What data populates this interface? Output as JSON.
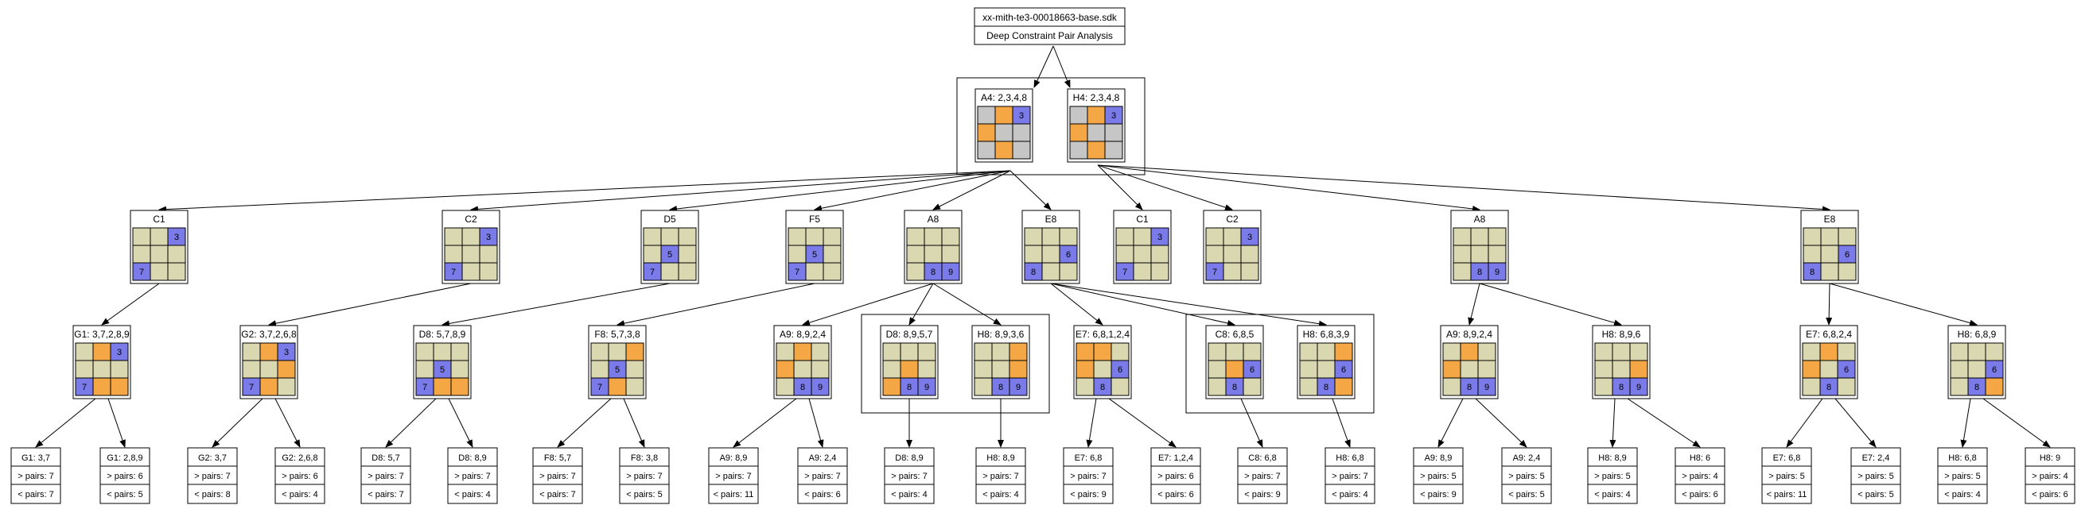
{
  "header": {
    "file": "xx-mith-te3-00018663-base.sdk",
    "subtitle": "Deep Constraint Pair Analysis"
  },
  "colors": {
    "empty": "#d9d8b0",
    "pair_orange": "#f5a745",
    "value_blue": "#7a7ae8",
    "unknown_gray": "#c6c6c6",
    "line": "#000000"
  },
  "grid_legend": "cells: e=empty o=orange b=blue g=gray, digit = number shown",
  "root_pair": [
    {
      "title": "A4: 2,3,4,8",
      "cells": [
        [
          "g",
          "o",
          "b3"
        ],
        [
          "o",
          "g",
          "g"
        ],
        [
          "g",
          "o",
          "g"
        ]
      ]
    },
    {
      "title": "H4: 2,3,4,8",
      "cells": [
        [
          "g",
          "o",
          "b3"
        ],
        [
          "o",
          "g",
          "g"
        ],
        [
          "g",
          "o",
          "g"
        ]
      ]
    }
  ],
  "level1": [
    {
      "title": "C1",
      "cells": [
        [
          "e",
          "e",
          "b3"
        ],
        [
          "e",
          "e",
          "e"
        ],
        [
          "b7",
          "e",
          "e"
        ]
      ]
    },
    {
      "title": "C2",
      "cells": [
        [
          "e",
          "e",
          "b3"
        ],
        [
          "e",
          "e",
          "e"
        ],
        [
          "b7",
          "e",
          "e"
        ]
      ]
    },
    {
      "title": "D5",
      "cells": [
        [
          "e",
          "e",
          "e"
        ],
        [
          "e",
          "b5",
          "e"
        ],
        [
          "b7",
          "e",
          "e"
        ]
      ]
    },
    {
      "title": "F5",
      "cells": [
        [
          "e",
          "e",
          "e"
        ],
        [
          "e",
          "b5",
          "e"
        ],
        [
          "b7",
          "e",
          "e"
        ]
      ]
    },
    {
      "title": "A8",
      "cells": [
        [
          "e",
          "e",
          "e"
        ],
        [
          "e",
          "e",
          "e"
        ],
        [
          "e",
          "b8",
          "b9"
        ]
      ]
    },
    {
      "title": "E8",
      "cells": [
        [
          "e",
          "e",
          "e"
        ],
        [
          "e",
          "e",
          "b6"
        ],
        [
          "b8",
          "e",
          "e"
        ]
      ]
    },
    {
      "title": "C1",
      "cells": [
        [
          "e",
          "e",
          "b3"
        ],
        [
          "e",
          "e",
          "e"
        ],
        [
          "b7",
          "e",
          "e"
        ]
      ]
    },
    {
      "title": "C2",
      "cells": [
        [
          "e",
          "e",
          "b3"
        ],
        [
          "e",
          "e",
          "e"
        ],
        [
          "b7",
          "e",
          "e"
        ]
      ]
    },
    {
      "title": "A8",
      "cells": [
        [
          "e",
          "e",
          "e"
        ],
        [
          "e",
          "e",
          "e"
        ],
        [
          "e",
          "b8",
          "b9"
        ]
      ]
    },
    {
      "title": "E8",
      "cells": [
        [
          "e",
          "e",
          "e"
        ],
        [
          "e",
          "e",
          "b6"
        ],
        [
          "b8",
          "e",
          "e"
        ]
      ]
    }
  ],
  "level2": [
    {
      "title": "G1: 3,7,2,8,9",
      "cells": [
        [
          "e",
          "o",
          "b3"
        ],
        [
          "e",
          "e",
          "e"
        ],
        [
          "b7",
          "o",
          "o"
        ]
      ]
    },
    {
      "title": "G2: 3,7,2,6,8",
      "cells": [
        [
          "e",
          "o",
          "b3"
        ],
        [
          "e",
          "e",
          "o"
        ],
        [
          "b7",
          "o",
          "e"
        ]
      ]
    },
    {
      "title": "D8: 5,7,8,9",
      "cells": [
        [
          "e",
          "e",
          "e"
        ],
        [
          "e",
          "b5",
          "e"
        ],
        [
          "b7",
          "o",
          "o"
        ]
      ]
    },
    {
      "title": "F8: 5,7,3,8",
      "cells": [
        [
          "e",
          "e",
          "o"
        ],
        [
          "e",
          "b5",
          "e"
        ],
        [
          "b7",
          "o",
          "e"
        ]
      ]
    },
    {
      "title": "A9: 8,9,2,4",
      "cells": [
        [
          "e",
          "o",
          "e"
        ],
        [
          "o",
          "e",
          "e"
        ],
        [
          "e",
          "b8",
          "b9"
        ]
      ]
    },
    {
      "title": "D8: 8,9,5,7",
      "cells": [
        [
          "e",
          "e",
          "e"
        ],
        [
          "e",
          "o",
          "e"
        ],
        [
          "o",
          "b8",
          "b9"
        ]
      ]
    },
    {
      "title": "H8: 8,9,3,6",
      "cells": [
        [
          "e",
          "e",
          "o"
        ],
        [
          "e",
          "e",
          "o"
        ],
        [
          "e",
          "b8",
          "b9"
        ]
      ]
    },
    {
      "title": "E7: 6,8,1,2,4",
      "cells": [
        [
          "o",
          "o",
          "e"
        ],
        [
          "o",
          "e",
          "b6"
        ],
        [
          "e",
          "b8",
          "e"
        ]
      ]
    },
    {
      "title": "C8: 6,8,5",
      "cells": [
        [
          "e",
          "e",
          "e"
        ],
        [
          "e",
          "o",
          "b6"
        ],
        [
          "e",
          "b8",
          "e"
        ]
      ]
    },
    {
      "title": "H8: 6,8,3,9",
      "cells": [
        [
          "e",
          "e",
          "o"
        ],
        [
          "e",
          "e",
          "b6"
        ],
        [
          "e",
          "b8",
          "o"
        ]
      ]
    },
    {
      "title": "A9: 8,9,2,4",
      "cells": [
        [
          "e",
          "o",
          "e"
        ],
        [
          "o",
          "e",
          "e"
        ],
        [
          "e",
          "b8",
          "b9"
        ]
      ]
    },
    {
      "title": "H8: 8,9,6",
      "cells": [
        [
          "e",
          "e",
          "e"
        ],
        [
          "e",
          "e",
          "o"
        ],
        [
          "e",
          "b8",
          "b9"
        ]
      ]
    },
    {
      "title": "E7: 6,8,2,4",
      "cells": [
        [
          "e",
          "o",
          "e"
        ],
        [
          "o",
          "e",
          "b6"
        ],
        [
          "e",
          "b8",
          "e"
        ]
      ]
    },
    {
      "title": "H8: 6,8,9",
      "cells": [
        [
          "e",
          "e",
          "e"
        ],
        [
          "e",
          "e",
          "b6"
        ],
        [
          "e",
          "b8",
          "o"
        ]
      ]
    }
  ],
  "leaves": [
    {
      "title": "G1: 3,7",
      "gt": "> pairs: 7",
      "lt": "< pairs: 7"
    },
    {
      "title": "G1: 2,8,9",
      "gt": "> pairs: 6",
      "lt": "< pairs: 5"
    },
    {
      "title": "G2: 3,7",
      "gt": "> pairs: 7",
      "lt": "< pairs: 8"
    },
    {
      "title": "G2: 2,6,8",
      "gt": "> pairs: 6",
      "lt": "< pairs: 4"
    },
    {
      "title": "D8: 5,7",
      "gt": "> pairs: 7",
      "lt": "< pairs: 7"
    },
    {
      "title": "D8: 8,9",
      "gt": "> pairs: 7",
      "lt": "< pairs: 4"
    },
    {
      "title": "F8: 5,7",
      "gt": "> pairs: 7",
      "lt": "< pairs: 7"
    },
    {
      "title": "F8: 3,8",
      "gt": "> pairs: 7",
      "lt": "< pairs: 5"
    },
    {
      "title": "A9: 8,9",
      "gt": "> pairs: 7",
      "lt": "< pairs: 11"
    },
    {
      "title": "A9: 2,4",
      "gt": "> pairs: 7",
      "lt": "< pairs: 6"
    },
    {
      "title": "D8: 8,9",
      "gt": "> pairs: 7",
      "lt": "< pairs: 4"
    },
    {
      "title": "H8: 8,9",
      "gt": "> pairs: 7",
      "lt": "< pairs: 4"
    },
    {
      "title": "E7: 6,8",
      "gt": "> pairs: 7",
      "lt": "< pairs: 9"
    },
    {
      "title": "E7: 1,2,4",
      "gt": "> pairs: 6",
      "lt": "< pairs: 6"
    },
    {
      "title": "C8: 6,8",
      "gt": "> pairs: 7",
      "lt": "< pairs: 9"
    },
    {
      "title": "H8: 6,8",
      "gt": "> pairs: 7",
      "lt": "< pairs: 4"
    },
    {
      "title": "A9: 8,9",
      "gt": "> pairs: 5",
      "lt": "< pairs: 9"
    },
    {
      "title": "A9: 2,4",
      "gt": "> pairs: 5",
      "lt": "< pairs: 5"
    },
    {
      "title": "H8: 8,9",
      "gt": "> pairs: 5",
      "lt": "< pairs: 4"
    },
    {
      "title": "H8: 6",
      "gt": "> pairs: 4",
      "lt": "< pairs: 6"
    },
    {
      "title": "E7: 6,8",
      "gt": "> pairs: 5",
      "lt": "< pairs: 11"
    },
    {
      "title": "E7: 2,4",
      "gt": "> pairs: 5",
      "lt": "< pairs: 5"
    },
    {
      "title": "H8: 6,8",
      "gt": "> pairs: 5",
      "lt": "< pairs: 4"
    },
    {
      "title": "H8: 9",
      "gt": "> pairs: 4",
      "lt": "< pairs: 6"
    }
  ]
}
